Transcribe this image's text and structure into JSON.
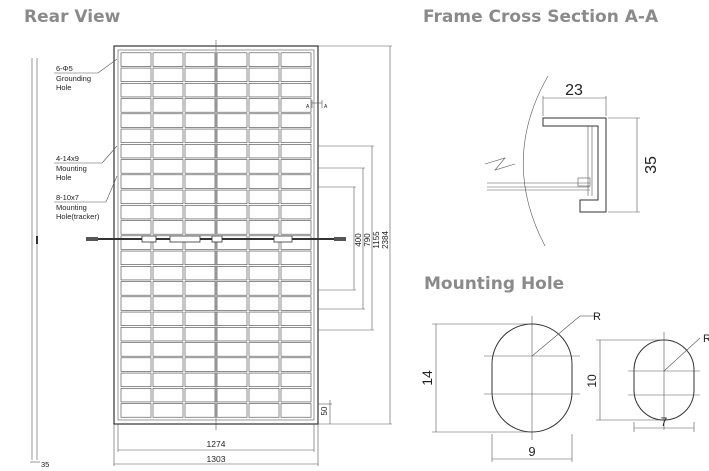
{
  "titles": {
    "rear_view": "Rear View",
    "frame_section": "Frame Cross Section A-A",
    "mounting_hole": "Mounting Hole"
  },
  "rear_view": {
    "callouts": {
      "grounding": [
        "6-Φ5",
        "Grounding",
        "Hole"
      ],
      "mounting": [
        "4-14x9",
        "Mounting",
        "Hole"
      ],
      "tracker": [
        "8-10x7",
        "Mounting",
        "Hole(tracker)"
      ]
    },
    "dimensions": {
      "d400": "400",
      "d790": "790",
      "d1155": "1155",
      "d2384": "2384",
      "d50": "50",
      "d1274": "1274",
      "d1303": "1303",
      "d35": "35"
    },
    "section_marker": "A"
  },
  "frame_section": {
    "width": "23",
    "height": "35"
  },
  "mounting_hole": {
    "large": {
      "radius": "R",
      "height": "14",
      "width": "9"
    },
    "small": {
      "radius": "R",
      "height": "10",
      "width": "7"
    }
  }
}
